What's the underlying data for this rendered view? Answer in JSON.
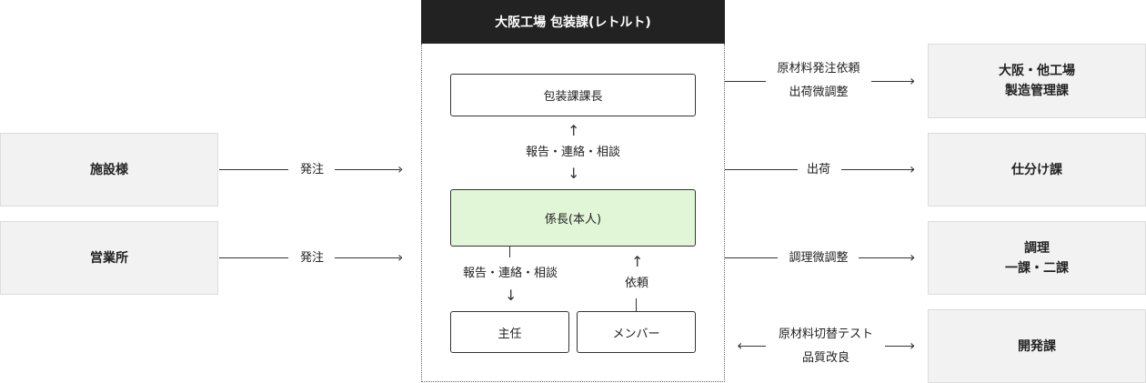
{
  "department": {
    "title": "大阪工場 包装課(レトルト)",
    "manager": "包装課課長",
    "upper_comm": "報告・連絡・相談",
    "self": "係長(本人)",
    "lower_comm": "報告・連絡・相談",
    "request": "依頼",
    "chief": "主任",
    "member": "メンバー"
  },
  "left": {
    "facility": {
      "name": "施設様",
      "flow": "発注"
    },
    "sales": {
      "name": "営業所",
      "flow": "発注"
    }
  },
  "right": [
    {
      "name_line1": "大阪・他工場",
      "name_line2": "製造管理課",
      "label_line1": "原材料発注依頼",
      "label_line2": "出荷微調整",
      "direction": "out"
    },
    {
      "name_line1": "仕分け課",
      "name_line2": "",
      "label_line1": "出荷",
      "label_line2": "",
      "direction": "out"
    },
    {
      "name_line1": "調理",
      "name_line2": "一課・二課",
      "label_line1": "調理微調整",
      "label_line2": "",
      "direction": "out"
    },
    {
      "name_line1": "開発課",
      "name_line2": "",
      "label_line1": "原材料切替テスト",
      "label_line2": "品質改良",
      "direction": "both"
    }
  ],
  "colors": {
    "header": "#222222",
    "self_fill": "#e1f6d7",
    "side_fill": "#f2f2f2"
  }
}
